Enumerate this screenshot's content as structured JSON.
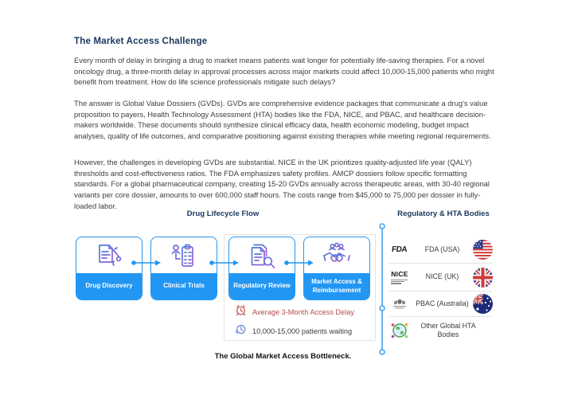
{
  "article": {
    "title": "The Market Access Challenge",
    "paragraphs": [
      "Every month of delay in bringing a drug to market means patients wait longer for potentially life-saving therapies. For a novel oncology drug, a three-month delay in approval processes across major markets could affect 10,000-15,000 patients who might benefit from treatment. How do life science professionals mitigate such delays?",
      "The answer is Global Value Dossiers (GVDs). GVDs are comprehensive evidence packages that communicate a drug's value proposition to payers, Health Technology Assessment (HTA) bodies like the FDA, NICE, and PBAC, and healthcare decision-makers worldwide. These documents should synthesize clinical efficacy data, health economic modeling, budget impact analyses, quality of life outcomes, and comparative positioning against existing therapies while meeting regional requirements.",
      "However, the challenges in developing GVDs are substantial. NICE in the UK prioritizes quality-adjusted life year (QALY) thresholds and cost-effectiveness ratios. The FDA emphasizes safety profiles. AMCP dossiers follow specific formatting standards. For a global pharmaceutical company, creating 15-20 GVDs annually across therapeutic areas, with 30-40 regional variants per core dossier, amounts to over 600,000 staff hours. The costs range from $45,000 to 75,000 per dossier in fully-loaded labor."
    ]
  },
  "figure": {
    "flow": {
      "header": "Drug Lifecycle Flow",
      "stages": [
        {
          "label": "Drug Discovery",
          "icon": "microscope-document-icon"
        },
        {
          "label": "Clinical Trials",
          "icon": "clipboard-person-icon"
        },
        {
          "label": "Regulatory Review",
          "icon": "document-magnifier-icon"
        },
        {
          "label": "Market Access & Reimbursement",
          "icon": "handshake-icon"
        }
      ],
      "callouts": [
        {
          "icon": "alarm-clock-icon",
          "text": "Average 3-Month Access Delay"
        },
        {
          "icon": "clock-icon",
          "text": "10,000-15,000 patients waiting"
        }
      ],
      "caption": "The Global Market Access Bottleneck."
    },
    "hta": {
      "header": "Regulatory & HTA Bodies",
      "rows": [
        {
          "logo": "fda-logo",
          "logo_text": "FDA",
          "label": "FDA (USA)",
          "flag": "usa-flag-icon"
        },
        {
          "logo": "nice-logo",
          "logo_text": "NICE",
          "label": "NICE (UK)",
          "flag": "uk-flag-icon"
        },
        {
          "logo": "pbac-crest-logo",
          "label": "PBAC (Australia)",
          "flag": "australia-flag-icon"
        },
        {
          "logo": "globe-icon",
          "label": "Other Global HTA Bodies"
        }
      ]
    }
  },
  "colors": {
    "accent_blue": "#2196f3",
    "heading_navy": "#17365f",
    "delay_red": "#b94a48",
    "body_text": "#3d3d3d"
  }
}
